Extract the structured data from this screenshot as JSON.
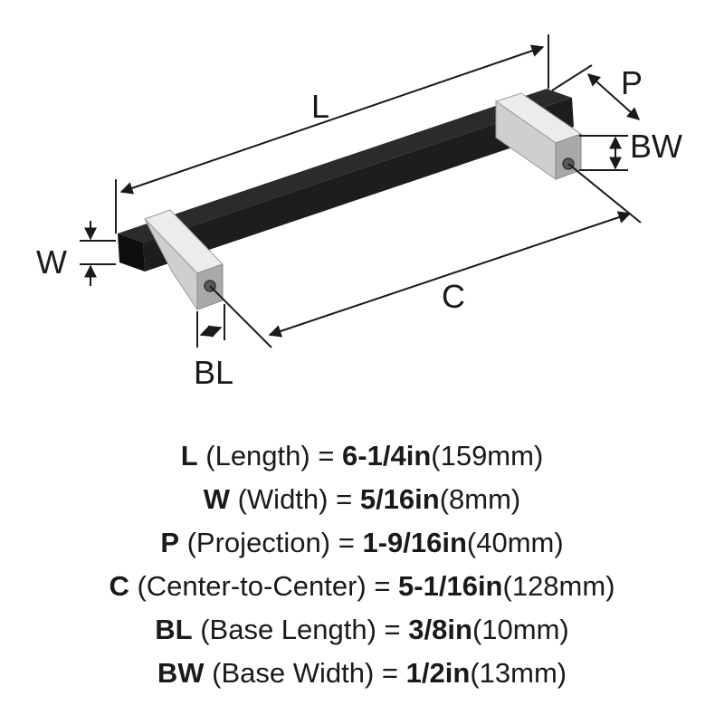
{
  "diagram": {
    "labels": {
      "L": "L",
      "W": "W",
      "P": "P",
      "BW": "BW",
      "C": "C",
      "BL": "BL"
    },
    "colors": {
      "bar": "#1d1d1f",
      "bar_shadow": "#0e0e10",
      "post_light": "#ececec",
      "post_mid": "#cfcfcf",
      "post_dark": "#a9a9a9",
      "line": "#1a1a1a"
    }
  },
  "specs": [
    {
      "code": "L",
      "desc": " (Length) = ",
      "value": "6-1/4in",
      "metric": "(159mm)"
    },
    {
      "code": "W",
      "desc": " (Width) = ",
      "value": "5/16in",
      "metric": "(8mm)"
    },
    {
      "code": "P",
      "desc": " (Projection) = ",
      "value": "1-9/16in",
      "metric": "(40mm)"
    },
    {
      "code": "C",
      "desc": " (Center-to-Center) = ",
      "value": "5-1/16in",
      "metric": "(128mm)"
    },
    {
      "code": "BL",
      "desc": " (Base Length) = ",
      "value": "3/8in",
      "metric": "(10mm)"
    },
    {
      "code": "BW",
      "desc": " (Base Width) = ",
      "value": "1/2in",
      "metric": "(13mm)"
    }
  ]
}
